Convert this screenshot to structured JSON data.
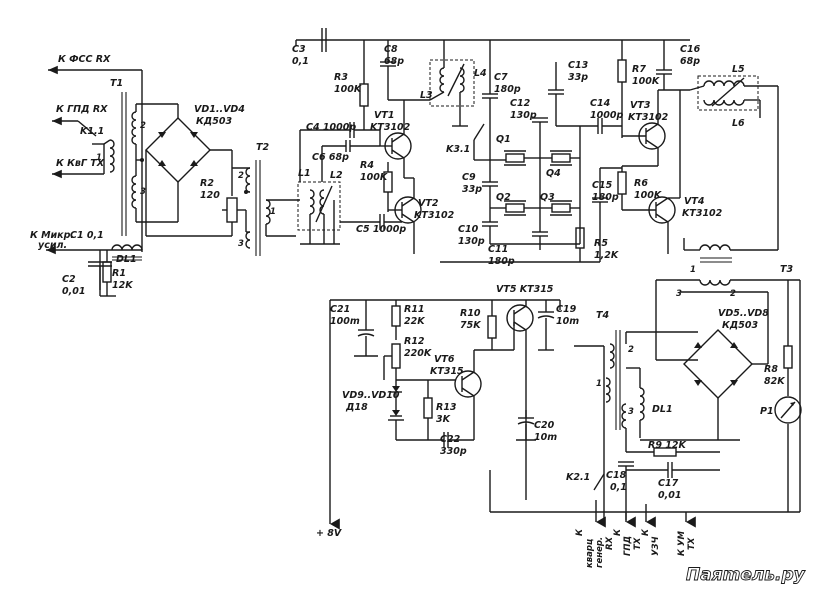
{
  "labels": {
    "k_fss_rx": "К ФСС RX",
    "k_gpd_rx": "К ГПД RX",
    "k_kvg_tx": "К КвГ ТХ",
    "k_mikr": "К Микр.",
    "usil": "усил.",
    "t1": "T1",
    "k11": "K1.1",
    "vd1_vd4": "VD1..VD4",
    "kd503_a": "КД503",
    "r2": "R2",
    "r2v": "120",
    "t2": "T2",
    "c1": "C1 0,1",
    "dl1_a": "DL1",
    "c2": "C2",
    "c2v": "0,01",
    "r1": "R1",
    "r1v": "12K",
    "c3": "C3",
    "c3v": "0,1",
    "c8": "C8",
    "c8v": "68p",
    "r3": "R3",
    "r3v": "100K",
    "vt1": "VT1",
    "kt3102_a": "KT3102",
    "c4": "C4 1000p",
    "c6": "C6 68p",
    "r4": "R4",
    "r4v": "100K",
    "vt2": "VT2",
    "kt3102_b": "KT3102",
    "c5": "C5 1000p",
    "l1": "L1",
    "l2": "L2",
    "l3": "L3",
    "l4": "L4",
    "k31": "K3.1",
    "c7": "C7",
    "c7v": "180p",
    "c9": "C9",
    "c9v": "33p",
    "c10": "C10",
    "c10v": "130p",
    "c11": "C11",
    "c11v": "180p",
    "c12": "C12",
    "c12v": "130p",
    "q1": "Q1",
    "q2": "Q2",
    "q3": "Q3",
    "q4": "Q4",
    "c13": "C13",
    "c13v": "33p",
    "c14": "C14",
    "c14v": "1000p",
    "c15": "C15",
    "c15v": "180p",
    "c16": "C16",
    "c16v": "68p",
    "r5": "R5",
    "r5v": "1,2K",
    "r6": "R6",
    "r6v": "100K",
    "r7": "R7",
    "r7v": "100K",
    "vt3": "VT3",
    "kt3102_c": "KT3102",
    "vt4": "VT4",
    "kt3102_d": "KT3102",
    "l5": "L5",
    "l6": "L6",
    "t3": "T3",
    "c21": "C21",
    "c21v": "100m",
    "r11": "R11",
    "r11v": "22K",
    "r12": "R12",
    "r12v": "220K",
    "r10": "R10",
    "r10v": "75K",
    "vt5": "VT5 KT315",
    "c19": "C19",
    "c19v": "10m",
    "vd9": "VD9..VD10",
    "d18": "Д18",
    "vt6": "VT6",
    "kt315": "KT315",
    "r13": "R13",
    "r13v": "3K",
    "c22": "C22",
    "c22v": "330p",
    "c20": "C20",
    "c20v": "10m",
    "t4": "T4",
    "vd5": "VD5..VD8",
    "kd503_b": "КД503",
    "r8": "R8",
    "r8v": "82K",
    "p1": "P1",
    "dl1_b": "DL1",
    "r9": "R9 12K",
    "c18": "C18",
    "c18v": "0,1",
    "c17": "C17",
    "c17v": "0,01",
    "k21": "K2.1",
    "plus8v": "+ 8V",
    "kvarc1": "К",
    "kvarc2": "кварц",
    "kvarc3": "генер.",
    "kvarc4": "RX",
    "kgpd1": "К",
    "kgpd2": "ГПД",
    "kgpd3": "TX",
    "kuzch1": "К",
    "kuzch2": "УЗЧ",
    "kum1": "К УМ",
    "kum2": "TX",
    "n1": "1",
    "n2": "2",
    "n3": "3"
  },
  "watermark": "Паяmель.ру"
}
